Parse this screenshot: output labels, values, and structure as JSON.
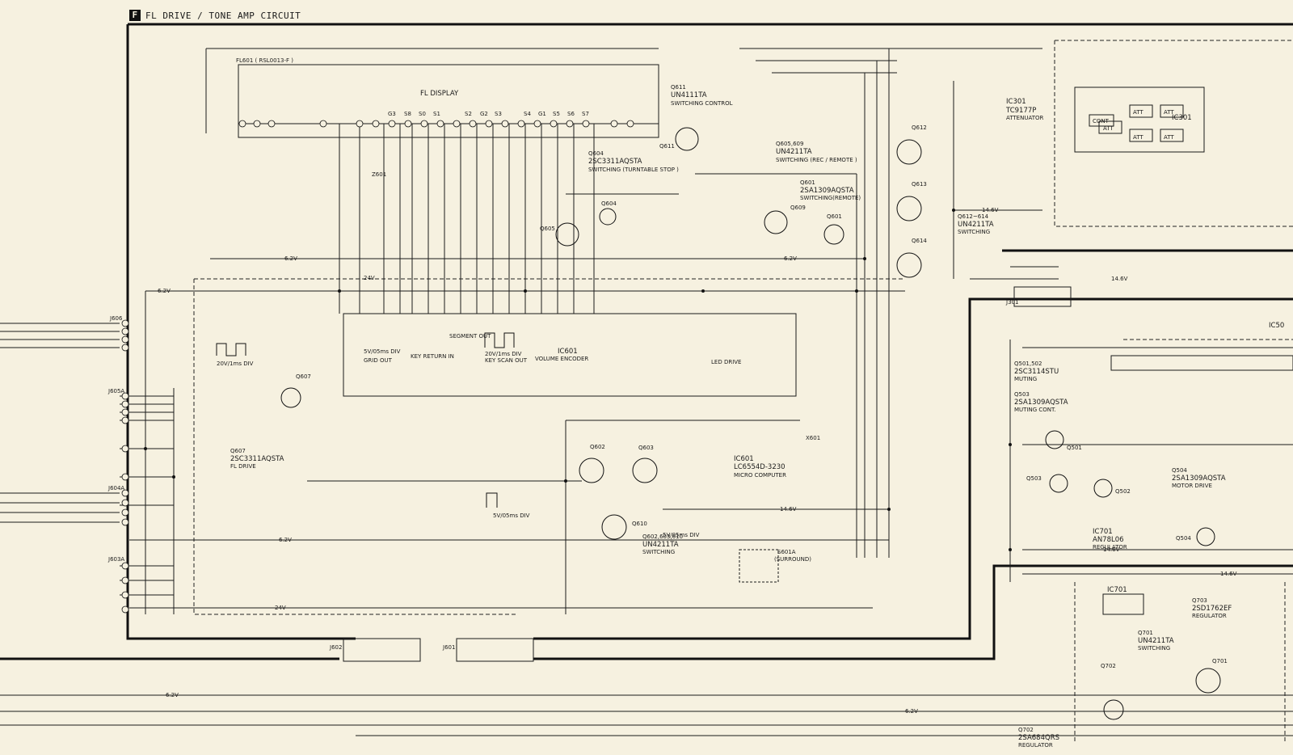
{
  "header": {
    "section_letter": "F",
    "title": "FL DRIVE / TONE AMP CIRCUIT"
  },
  "fl_display": {
    "part": "FL601 ( RSL0013-F )",
    "label": "FL DISPLAY",
    "grids": [
      "G3",
      "S8",
      "S0",
      "S1",
      "S2",
      "G2",
      "S3",
      "S4",
      "G1",
      "S5",
      "S6",
      "S7"
    ]
  },
  "ic601": {
    "ref": "IC601",
    "part": "LC6554D-3230",
    "desc": "MICRO COMPUTER"
  },
  "ic301": {
    "ref": "IC301",
    "part": "TC9177P",
    "desc": "ATTENUATOR",
    "blocks": [
      "ATT",
      "ATT",
      "ATT",
      "ATT",
      "ATT",
      "CONT"
    ]
  },
  "ic701": {
    "ref": "IC701",
    "part": "AN78L06",
    "desc": "REGULATOR"
  },
  "transistors": [
    {
      "ref": "Q611",
      "part": "UN4111TA",
      "desc": "SWITCHING CONTROL"
    },
    {
      "ref": "Q604",
      "part": "2SC3311AQSTA",
      "desc": "SWITCHING (TURNTABLE STOP )"
    },
    {
      "ref": "Q605,609",
      "part": "UN4211TA",
      "desc": "SWITCHING (REC / REMOTE )"
    },
    {
      "ref": "Q601",
      "part": "2SA1309AQSTA",
      "desc": "SWITCHING(REMOTE)"
    },
    {
      "ref": "Q612~614",
      "part": "UN4211TA",
      "desc": "SWITCHING"
    },
    {
      "ref": "Q607",
      "part": "2SC3311AQSTA",
      "desc": "FL DRIVE"
    },
    {
      "ref": "Q602,603,610",
      "part": "UN4211TA",
      "desc": "SWITCHING"
    },
    {
      "ref": "Q501,502",
      "part": "2SC3114STU",
      "desc": "MUTING"
    },
    {
      "ref": "Q503",
      "part": "2SA1309AQSTA",
      "desc": "MUTING CONT."
    },
    {
      "ref": "Q504",
      "part": "2SA1309AQSTA",
      "desc": "MOTOR DRIVE"
    },
    {
      "ref": "Q703",
      "part": "2SD1762EF",
      "desc": "REGULATOR"
    },
    {
      "ref": "Q701",
      "part": "UN4211TA",
      "desc": "SWITCHING"
    },
    {
      "ref": "Q702",
      "part": "2SA684QRS",
      "desc": "REGULATOR"
    }
  ],
  "tr_symbols": [
    "Q611",
    "Q604",
    "Q605",
    "Q609",
    "Q601",
    "Q612",
    "Q613",
    "Q614",
    "Q607",
    "Q602",
    "Q603",
    "Q610",
    "Q501",
    "Q502",
    "Q503",
    "Q504",
    "Q701",
    "Q702"
  ],
  "connectors": [
    "J606",
    "J605A",
    "J604A",
    "J603A",
    "J602",
    "J601",
    "J301"
  ],
  "ic601_groups": [
    "GRID OUT",
    "KEY RETURN IN",
    "KEY SCAN OUT",
    "VOLUME ENCODER",
    "SEGMENT OUT",
    "LED DRIVE"
  ],
  "waveforms": [
    "20V/1ms DIV",
    "5V/05ms DIV",
    "20V/1ms DIV",
    "5V/05ms DIV",
    "5V/05ms DIV"
  ],
  "voltage_tags": [
    "6.2V",
    "6.2V",
    "6.2V",
    "24V",
    "6.2V",
    "14.6V",
    "14.6V",
    "24V",
    "6.2V",
    "6.2V",
    "14.6V",
    "14.6V",
    "14.6V"
  ],
  "switch": {
    "ref": "S601A",
    "desc": "(SURROUND)"
  },
  "misc": {
    "z601": "Z601",
    "x601": "X601",
    "corner_ref": "IC50"
  }
}
